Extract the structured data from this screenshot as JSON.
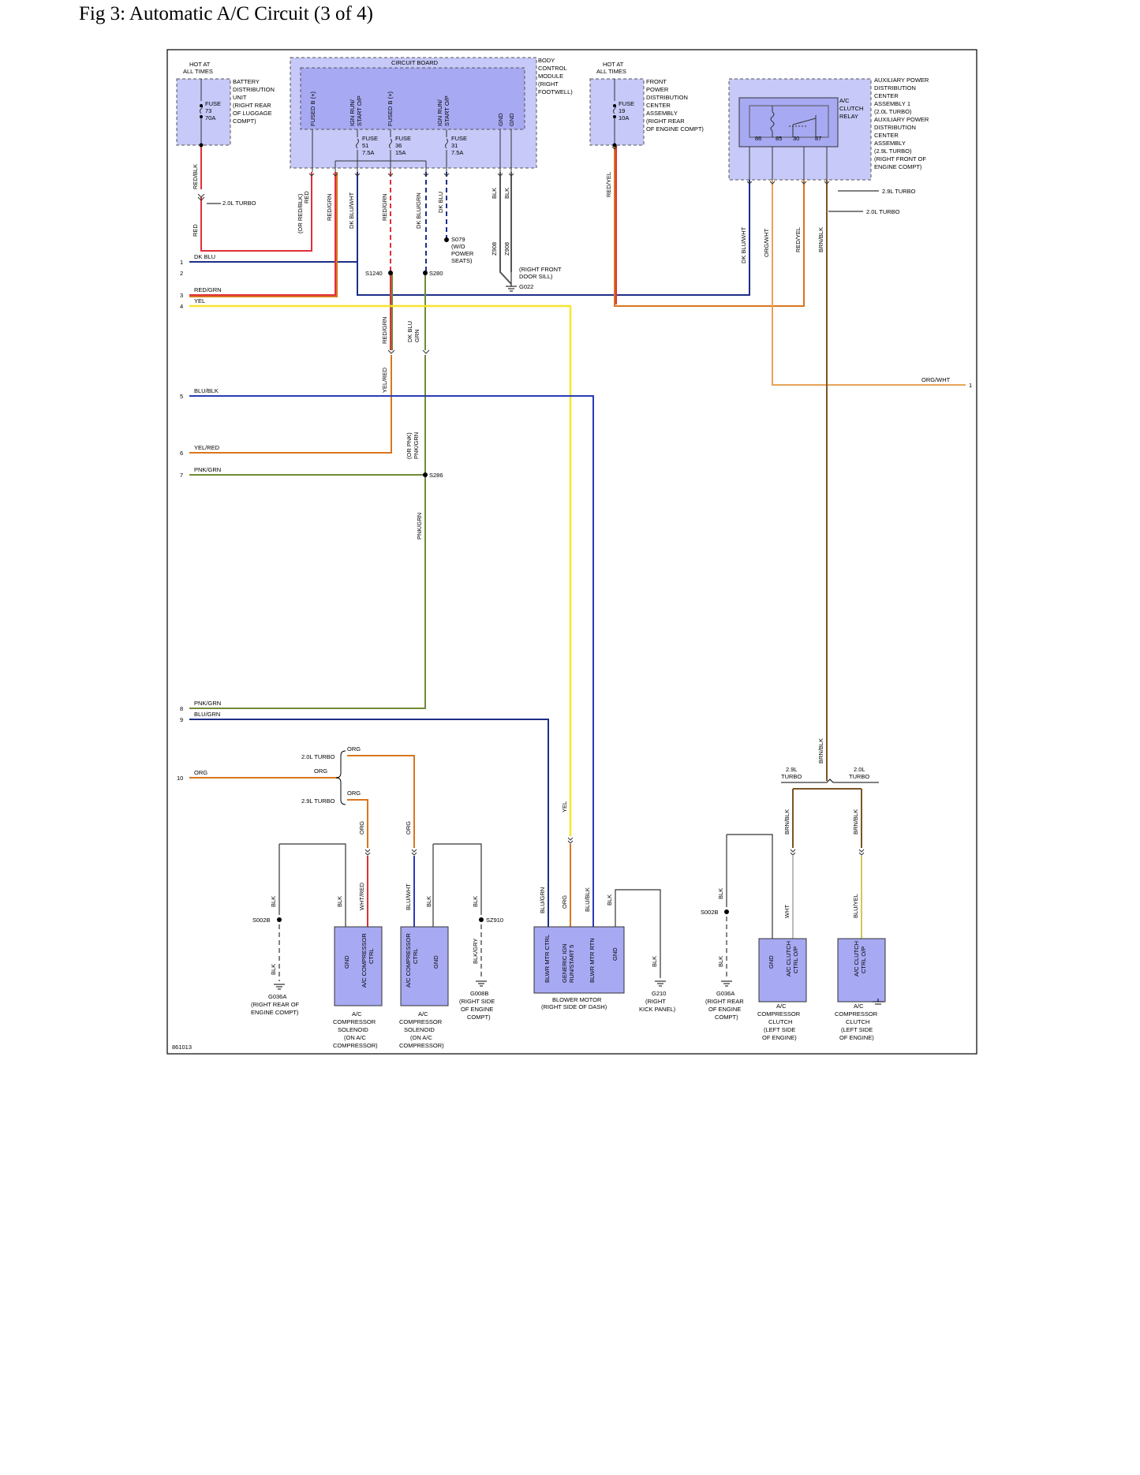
{
  "title": "Fig 3: Automatic A/C Circuit (3 of 4)",
  "figure_code": "861013",
  "colors": {
    "module_fill": "#a7a9f2",
    "box_fill": "#c7c9f8",
    "dk_blu": "#1d2f86",
    "red": "#e0303a",
    "orange": "#d8761e",
    "yellow": "#f6e62f",
    "brown": "#7a5526",
    "green": "#6f8a35",
    "blu": "#2a3bb5",
    "org_wht": "#e7a458"
  },
  "blocks": {
    "battery_dist": {
      "hot": "HOT AT\nALL TIMES",
      "fuse": "FUSE\n73\n70A",
      "desc": "BATTERY\nDISTRIBUTION\nUNIT\n(RIGHT REAR\nOF LUGGAGE\nCOMPT)"
    },
    "bcm": {
      "board": "CIRCUIT BOARD",
      "desc": "BODY\nCONTROL\nMODULE\n(RIGHT\nFOOTWELL)",
      "pins": [
        "FUSED B (+)",
        "IGN RUN/\nSTART O/P",
        "FUSED B (+)",
        "IGN RUN/\nSTART O/P",
        "GND",
        "GND"
      ],
      "fuses": [
        "FUSE\n51\n7.5A",
        "FUSE\n36\n15A",
        "FUSE\n31\n7.5A"
      ]
    },
    "front_pdc": {
      "hot": "HOT AT\nALL TIMES",
      "fuse": "FUSE\n19\n10A",
      "desc": "FRONT\nPOWER\nDISTRIBUTION\nCENTER\nASSEMBLY\n(RIGHT REAR\nOF ENGINE COMPT)"
    },
    "aux_pdc": {
      "relay": "A/C\nCLUTCH\nRELAY",
      "pins": [
        "86",
        "85",
        "30",
        "87"
      ],
      "desc": "AUXILIARY POWER\nDISTRIBUTION\nCENTER\nASSEMBLY 1\n(2.0L TURBO)\nAUXILIARY POWER\nDISTRIBUTION\nCENTER\nASSEMBLY\n(2.9L TURBO)\n(RIGHT FRONT OF\nENGINE COMPT)"
    }
  },
  "wires": {
    "left": [
      {
        "n": "1",
        "label": "DK BLU"
      },
      {
        "n": "2",
        "label": ""
      },
      {
        "n": "3",
        "label": "RED/GRN"
      },
      {
        "n": "4",
        "label": "YEL"
      },
      {
        "n": "5",
        "label": "BLU/BLK"
      },
      {
        "n": "6",
        "label": "YEL/RED"
      },
      {
        "n": "7",
        "label": "PNK/GRN"
      },
      {
        "n": "8",
        "label": "PNK/GRN"
      },
      {
        "n": "9",
        "label": "BLU/GRN"
      },
      {
        "n": "10",
        "label": "ORG"
      }
    ],
    "right": [
      {
        "n": "1",
        "label": "ORG/WHT"
      }
    ],
    "vertical_labels": [
      "RED/BLK",
      "RED",
      "(OR RED/BLK)",
      "RED",
      "RED/GRN",
      "DK BLU/WHT",
      "RED/GRN",
      "DK BLU/GRN",
      "DK BLU",
      "BLK",
      "BLK",
      "Z908",
      "Z908",
      "RED/YEL",
      "DK BLU/WHT",
      "ORG/WHT",
      "RED/YEL",
      "BRN/BLK",
      "RED/GRN",
      "DK BLU\nGRN",
      "YEL/RED",
      "(OR PNK)\nPNK/GRN",
      "PNK/GRN",
      "BRN/BLK",
      "YEL"
    ],
    "variants": [
      "2.0L TURBO",
      "2.9L TURBO",
      "2.0L TURBO",
      "2.0L TURBO",
      "2.9L TURBO"
    ]
  },
  "splices": [
    "S1240",
    "S280",
    "S079\n(W/O\nPOWER\nSEATS)",
    "S286",
    "S002B",
    "S002B",
    "SZ910"
  ],
  "grounds": [
    {
      "id": "G022",
      "desc": "(RIGHT FRONT\nDOOR SILL)"
    },
    {
      "id": "G036A",
      "desc": "(RIGHT REAR OF\nENGINE COMPT)"
    },
    {
      "id": "G008B",
      "desc": "(RIGHT SIDE\nOF ENGINE\nCOMPT)"
    },
    {
      "id": "G210",
      "desc": "(RIGHT\nKICK PANEL)"
    },
    {
      "id": "G036A",
      "desc": "(RIGHT REAR\nOF ENGINE\nCOMPT)"
    }
  ],
  "components": [
    {
      "name": "A/C\nCOMPRESSOR\nSOLENOID\n(ON A/C\nCOMPRESSOR)",
      "pins": [
        "GND",
        "A/C COMPRESSOR\nCTRL"
      ]
    },
    {
      "name": "A/C\nCOMPRESSOR\nSOLENOID\n(ON A/C\nCOMPRESSOR)",
      "pins": [
        "A/C COMPRESSOR\nCTRL",
        "GND"
      ]
    },
    {
      "name": "BLOWER MOTOR\n(RIGHT SIDE OF DASH)",
      "pins": [
        "BLWR MTR CTRL",
        "GENERIC IGN\nRUN/START 5",
        "BLWR MTR RTN",
        "GND"
      ]
    },
    {
      "name": "A/C\nCOMPRESSOR\nCLUTCH\n(LEFT SIDE\nOF ENGINE)",
      "pins": [
        "GND",
        "A/C CLUTCH\nCTRL O/P"
      ]
    },
    {
      "name": "A/C\nCOMPRESSOR\nCLUTCH\n(LEFT SIDE\nOF ENGINE)",
      "pins": [
        "A/C CLUTCH\nCTRL O/P"
      ]
    }
  ],
  "bottom_labels": [
    "BLK",
    "BLK",
    "WHT/RED",
    "BLU/WHT",
    "BLK",
    "BLK",
    "BLK/GRY",
    "BLK",
    "BLU/GRN",
    "ORG",
    "BLU/BLK",
    "BLK",
    "BLK",
    "BLK",
    "BLK",
    "WHT",
    "BRN/BLK",
    "BRN/BLK",
    "BLU/YEL",
    "ORG",
    "ORG",
    "ORG",
    "ORG",
    "ORG",
    "YEL"
  ],
  "engine_variants": {
    "left": "2.9L\nTURBO",
    "right": "2.0L\nTURBO"
  }
}
